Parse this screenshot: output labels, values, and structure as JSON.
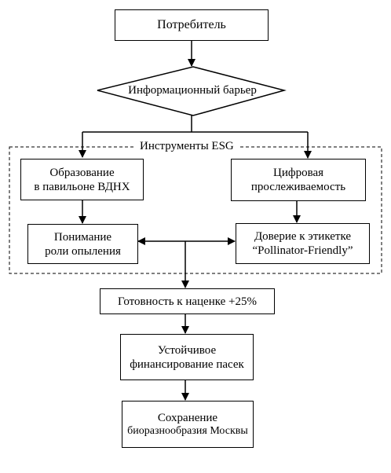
{
  "nodes": {
    "consumer": "Потребитель",
    "barrier": "Информационный барьер",
    "education_line1": "Образование",
    "education_line2": "в павильоне ВДНХ",
    "digital_line1": "Цифровая",
    "digital_line2": "прослеживаемость",
    "understanding_line1": "Понимание",
    "understanding_line2": "роли опыления",
    "trust_line1": "Доверие к этикетке",
    "trust_line2": "“Pollinator-Friendly”",
    "readiness": "Готовность к наценке +25%",
    "financing_line1": "Устойчивое",
    "financing_line2": "финансирование пасек",
    "preservation_line1": "Сохранение",
    "preservation_line2": "биоразнообразия Москвы"
  },
  "group_label": "Инструменты ESG"
}
